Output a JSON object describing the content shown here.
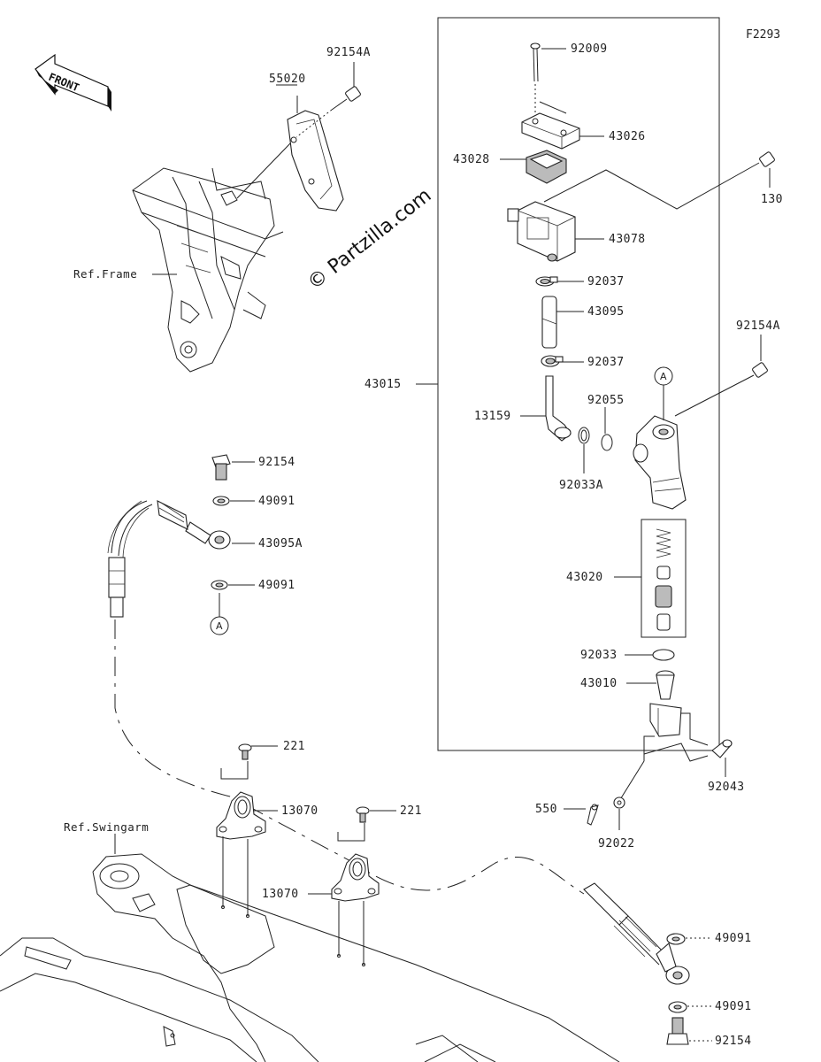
{
  "figure_code": "F2293",
  "watermark": "© Partzilla.com",
  "front_indicator": "FRONT",
  "callout_letter": "A",
  "references": {
    "frame": "Ref.Frame",
    "swingarm": "Ref.Swingarm"
  },
  "parts": {
    "p92154A_top": "92154A",
    "p55020": "55020",
    "p92009": "92009",
    "p43026": "43026",
    "p43028": "43028",
    "p130": "130",
    "p43078": "43078",
    "p92037_a": "92037",
    "p43095": "43095",
    "p92037_b": "92037",
    "p92154A_right": "92154A",
    "p43015": "43015",
    "p13159": "13159",
    "p92055": "92055",
    "p92033A": "92033A",
    "p92154_left": "92154",
    "p49091_a": "49091",
    "p43095A": "43095A",
    "p49091_b": "49091",
    "p43020": "43020",
    "p92033": "92033",
    "p43010": "43010",
    "p221_a": "221",
    "p13070_a": "13070",
    "p221_b": "221",
    "p13070_b": "13070",
    "p92043": "92043",
    "p550": "550",
    "p92022": "92022",
    "p49091_c": "49091",
    "p49091_d": "49091",
    "p92154_bottom": "92154"
  }
}
